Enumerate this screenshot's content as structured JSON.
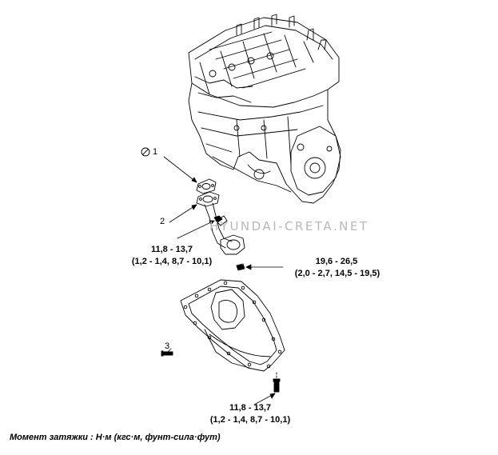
{
  "callouts": {
    "item1": "1",
    "item2": "2",
    "item3": "3"
  },
  "torque": {
    "oil_screen_bolts": {
      "primary": "11,8 - 13,7",
      "secondary": "(1,2 - 1,4, 8,7 - 10,1)"
    },
    "drain_plug": {
      "primary": "19,6 - 26,5",
      "secondary": "(2,0 - 2,7, 14,5 - 19,5)"
    },
    "oil_pan_bolts": {
      "primary": "11,8 - 13,7",
      "secondary": "(1,2 - 1,4, 8,7 - 10,1)"
    }
  },
  "watermark": "HYUNDAI-CRETA.NET",
  "footnote": "Момент затяжки : Н·м (кгс·м, фунт-сила·фут)",
  "icons": {
    "item1_symbol": "do-not-reuse-icon"
  },
  "colors": {
    "line": "#000000",
    "watermark": "#b8b8b8",
    "background": "#ffffff"
  }
}
